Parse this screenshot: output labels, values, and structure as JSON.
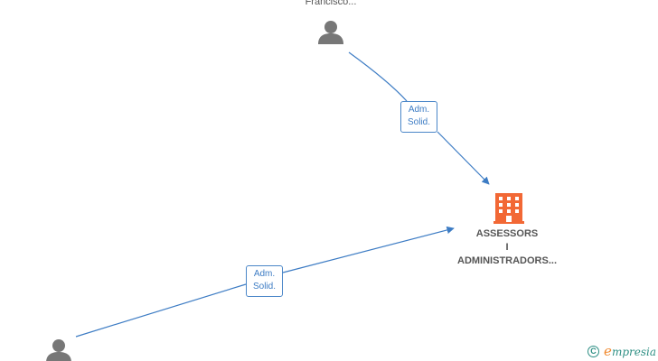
{
  "nodes": {
    "person_top": {
      "label": "Francisco..."
    },
    "person_bottom": {
      "label": ""
    },
    "company": {
      "lines": [
        "ASSESSORS",
        "I",
        "ADMINISTRADORS..."
      ]
    }
  },
  "edges": [
    {
      "id": "edge_top",
      "label_lines": [
        "Adm.",
        "Solid."
      ]
    },
    {
      "id": "edge_bottom",
      "label_lines": [
        "Adm.",
        "Solid."
      ]
    }
  ],
  "colors": {
    "edge": "#3d7cc4",
    "person": "#777777",
    "company": "#f26835"
  },
  "watermark": {
    "copyright_symbol": "C",
    "brand_initial": "e",
    "brand_rest": "mpresia"
  }
}
